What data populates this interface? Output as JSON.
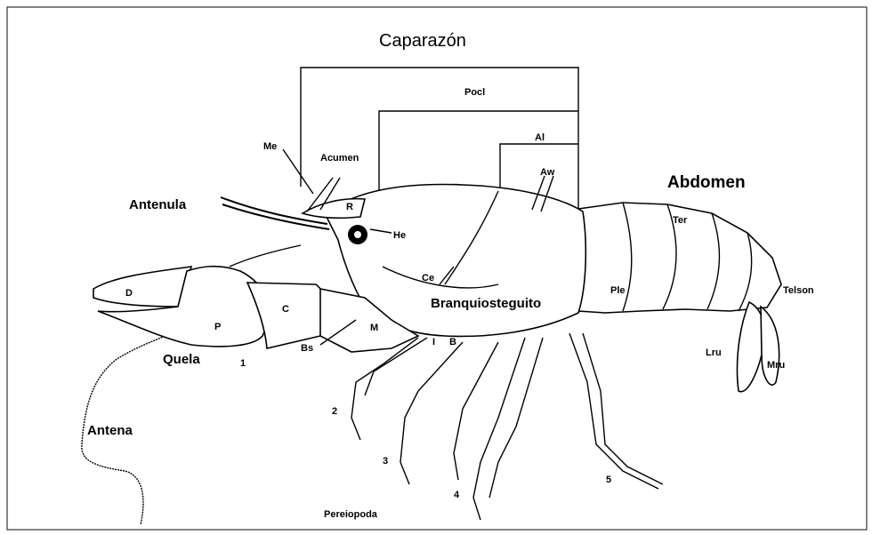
{
  "labels": {
    "caparazon": "Caparazón",
    "pocl": "Pocl",
    "al": "Al",
    "aw": "Aw",
    "me": "Me",
    "acumen": "Acumen",
    "r": "R",
    "he": "He",
    "antenula": "Antenula",
    "abdomen": "Abdomen",
    "ter": "Ter",
    "telson": "Telson",
    "pie": "Ple",
    "ce": "Ce",
    "branquiosteguito": "Branquiosteguito",
    "d": "D",
    "p": "P",
    "c": "C",
    "m": "M",
    "i": "I",
    "b": "B",
    "bs": "Bs",
    "quela": "Quela",
    "n1": "1",
    "n2": "2",
    "n3": "3",
    "n4": "4",
    "n5": "5",
    "lru": "Lru",
    "mru": "Mru",
    "antena": "Antena",
    "pereiopoda": "Pereiopoda"
  }
}
